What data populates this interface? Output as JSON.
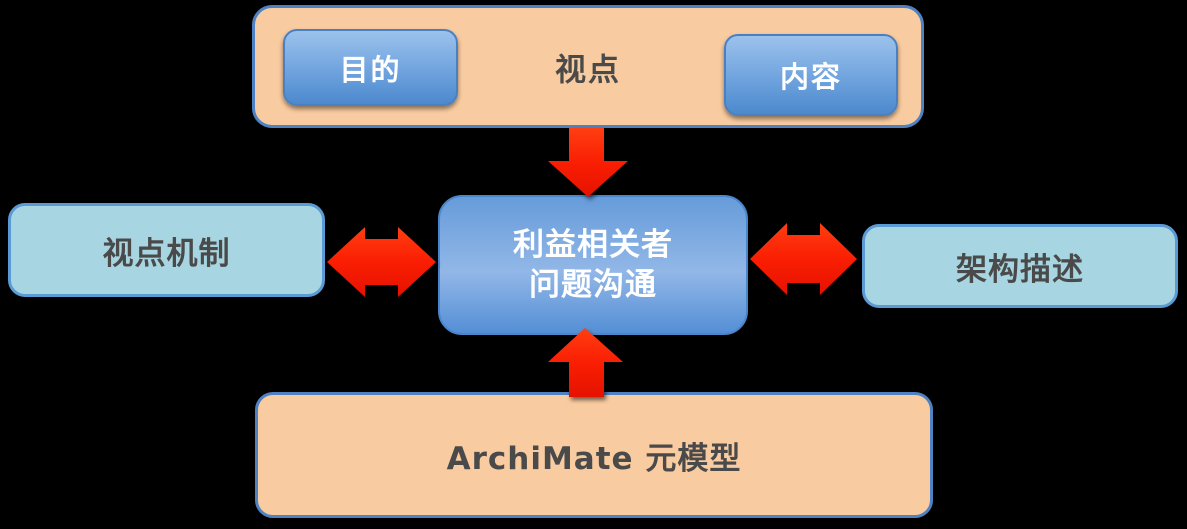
{
  "colors": {
    "background": "#000000",
    "panel_fill": "#F9CBA0",
    "panel_border": "#4E82C2",
    "side_box_fill": "#A7D6E2",
    "side_box_border": "#5B9BD5",
    "chip_gradient_top": "#9CC2EC",
    "chip_gradient_bottom": "#4C89CD",
    "center_gradient_top": "#669CDA",
    "center_gradient_mid": "#92B7E7",
    "center_gradient_bottom": "#548FD6",
    "arrow_red": "#FA1E02",
    "dark_text": "#4A4A4A",
    "light_text": "#FFFFFF"
  },
  "icons": {
    "down_arrow": "block-arrow-down",
    "up_arrow": "block-arrow-up",
    "left_double_arrow": "block-arrow-left-right",
    "right_double_arrow": "block-arrow-left-right"
  },
  "diagram": {
    "viewpoint_panel": {
      "title": "视点",
      "purpose_chip": "目的",
      "content_chip": "内容"
    },
    "stakeholder_box": {
      "line1": "利益相关者",
      "line2": "问题沟通"
    },
    "viewpoint_mechanism_box": {
      "label": "视点机制"
    },
    "architecture_description_box": {
      "label": "架构描述"
    },
    "archimate_metamodel_box": {
      "label": "ArchiMate 元模型"
    }
  }
}
